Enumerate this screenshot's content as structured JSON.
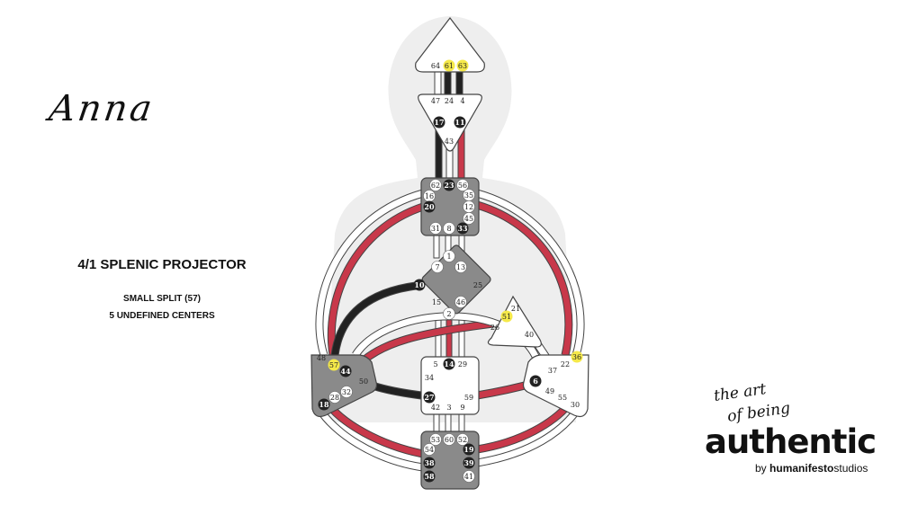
{
  "name": "Anna",
  "profile_type": "4/1 SPLENIC PROJECTOR",
  "definition": "SMALL SPLIT (57)",
  "centers_note": "5 UNDEFINED CENTERS",
  "brand": {
    "script_line1": "the art",
    "script_line2": "of being",
    "main": "authentic",
    "by": "by",
    "company_bold": "humanifesto",
    "company_rest": "studios"
  },
  "colors": {
    "silhouette": "#eeeeee",
    "defined_center": "#8a8a8a",
    "undefined_center": "#ffffff",
    "personality": "#222222",
    "design": "#c8384a",
    "highlight": "#f5e94a"
  },
  "gates": {
    "head": [
      "64",
      "61",
      "63"
    ],
    "ajna": [
      "47",
      "24",
      "4",
      "17",
      "11",
      "43"
    ],
    "throat": [
      "62",
      "23",
      "56",
      "16",
      "35",
      "20",
      "12",
      "45",
      "31",
      "8",
      "33"
    ],
    "g": [
      "1",
      "7",
      "13",
      "10",
      "25",
      "15",
      "46",
      "2"
    ],
    "heart": [
      "21",
      "51",
      "26",
      "40"
    ],
    "sacral": [
      "5",
      "14",
      "29",
      "34",
      "27",
      "59",
      "42",
      "3",
      "9"
    ],
    "spleen": [
      "48",
      "57",
      "44",
      "50",
      "32",
      "28",
      "18"
    ],
    "solar_plexus": [
      "36",
      "22",
      "37",
      "6",
      "49",
      "55",
      "30"
    ],
    "root": [
      "53",
      "60",
      "52",
      "54",
      "19",
      "38",
      "39",
      "58",
      "41"
    ]
  }
}
